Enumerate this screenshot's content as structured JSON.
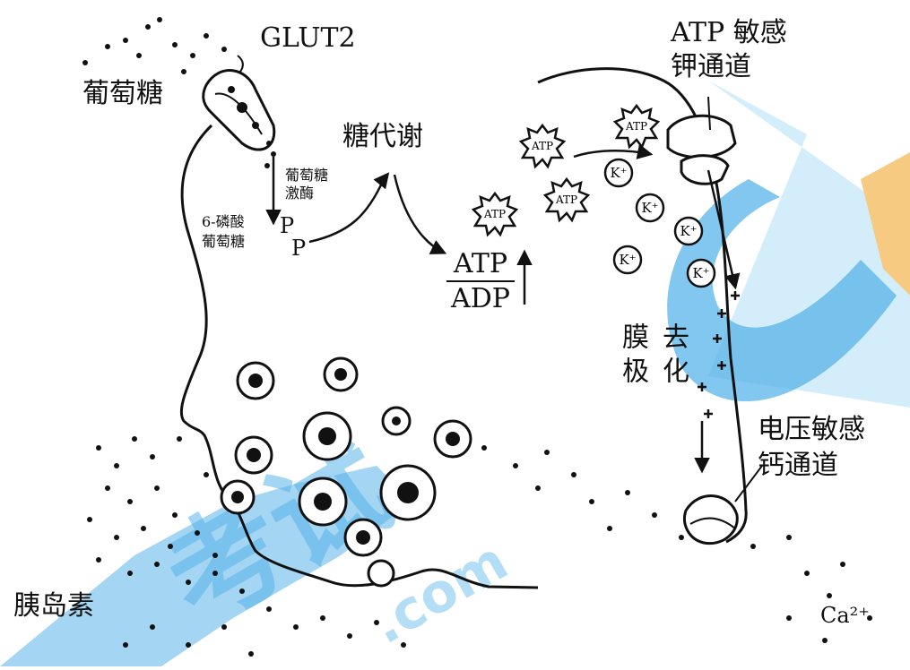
{
  "labels": {
    "glut2": "GLUT2",
    "glucose": "葡萄糖",
    "glucose_inner_line1": "葡萄糖",
    "glucose_inner_line2": "激酶",
    "g6p_line1": "6-磷酸",
    "g6p_line2": "葡萄糖",
    "p_letter": "P",
    "metabolism": "糖代谢",
    "atp_channel_line1": "ATP 敏感",
    "atp_channel_line2": "钾通道",
    "atp_ratio_top": "ATP",
    "atp_ratio_bottom": "ADP",
    "depol_col1": "膜极",
    "depol_col2": "去化",
    "ca_channel_line1": "电压敏感",
    "ca_channel_line2": "钙通道",
    "insulin": "胰岛素",
    "calcium": "Ca²⁺",
    "atp_symbol": "ATP",
    "k_symbol": "K⁺"
  },
  "colors": {
    "ink": "#111111",
    "watermark_blue": "#3aa6e6",
    "watermark_orange": "#f5c16a"
  }
}
